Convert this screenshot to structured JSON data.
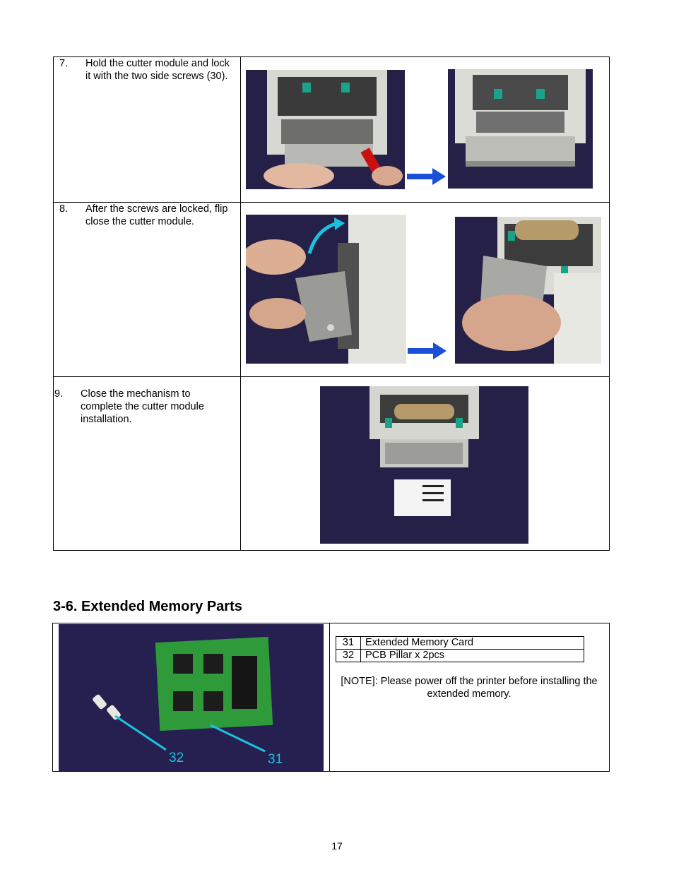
{
  "steps": [
    {
      "number": "7.",
      "text": "Hold the cutter module and lock it with the two side screws (30)."
    },
    {
      "number": "8.",
      "text": "After the screws are locked, flip close the cutter module."
    },
    {
      "number": "9.",
      "text": "Close the mechanism to complete the cutter module installation."
    }
  ],
  "section": {
    "title": "3-6. Extended Memory Parts"
  },
  "parts": [
    {
      "number": "31",
      "name": "Extended Memory Card"
    },
    {
      "number": "32",
      "name": "PCB Pillar x 2pcs"
    }
  ],
  "note": "[NOTE]: Please power off the printer before installing the extended memory.",
  "photo_callouts": [
    "32",
    "31"
  ],
  "page_number": "17",
  "colors": {
    "arrow": "#1a4fd6",
    "callout": "#19c3e0",
    "photo_backdrop": "#262050",
    "pcb": "#2f9a3a"
  }
}
